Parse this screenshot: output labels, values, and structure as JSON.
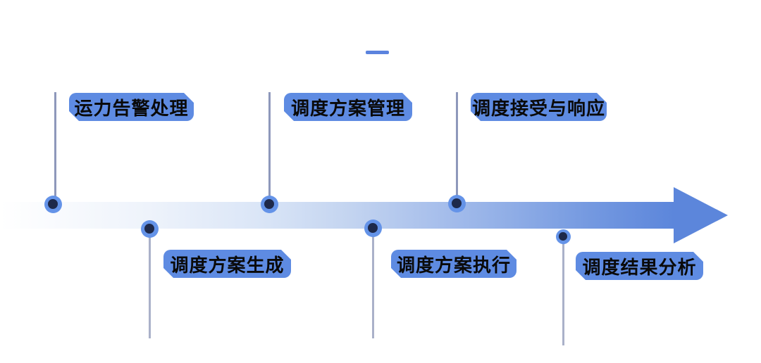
{
  "colors": {
    "bg": "#ffffff",
    "dash": "#5B83DE",
    "arrow-end": "#5C86DB",
    "label-bg": "#5E8BE2",
    "text": "#0a0a0a",
    "marker-ring": "#6493E8",
    "marker-dot": "#1E294A",
    "line-top": "#8E98BB",
    "line-bottom": "#AAB1C9"
  },
  "timeline": {
    "type": "process-flow-arrow",
    "direction": "left-to-right",
    "steps": [
      {
        "label": "运力告警处理",
        "position": "top"
      },
      {
        "label": "调度方案生成",
        "position": "bottom"
      },
      {
        "label": "调度方案管理",
        "position": "top"
      },
      {
        "label": "调度方案执行",
        "position": "bottom"
      },
      {
        "label": "调度接受与响应",
        "position": "top"
      },
      {
        "label": "调度结果分析",
        "position": "bottom"
      }
    ]
  }
}
